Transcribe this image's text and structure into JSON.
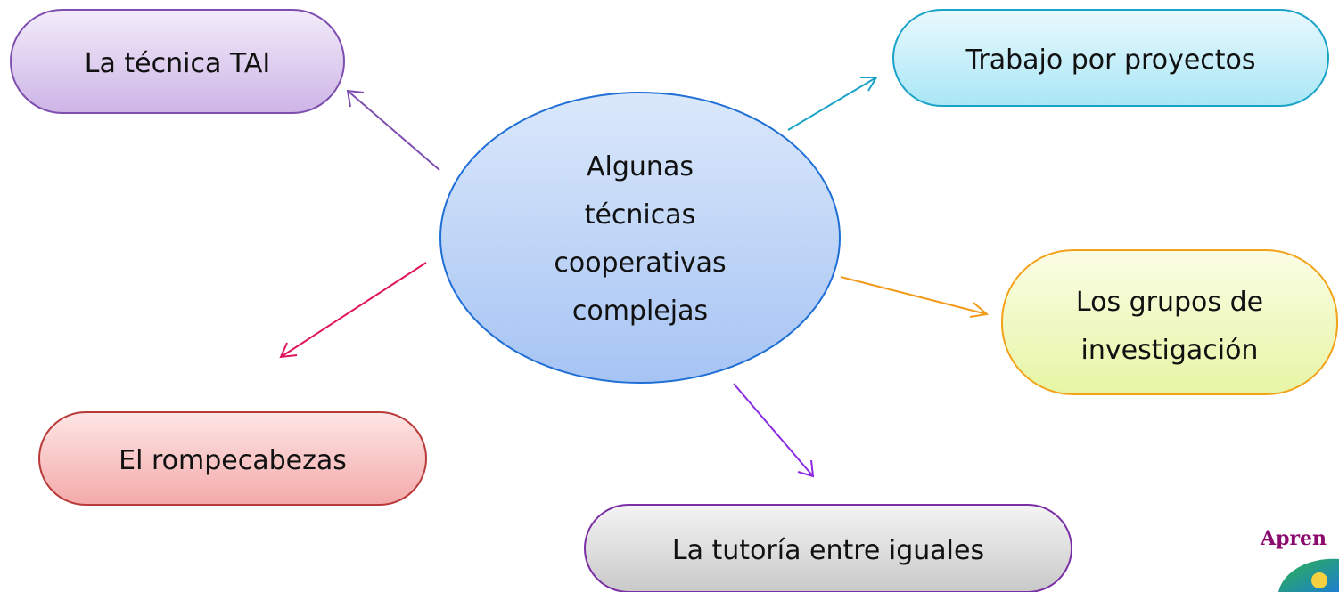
{
  "center": {
    "lines": [
      "Algunas",
      "técnicas",
      "cooperativas",
      "complejas"
    ]
  },
  "nodes": [
    {
      "id": "tai",
      "label": "La técnica TAI"
    },
    {
      "id": "proyectos",
      "label": "Trabajo por proyectos"
    },
    {
      "id": "grupos",
      "lines": [
        "Los grupos de",
        "investigación"
      ]
    },
    {
      "id": "rompecabezas",
      "label": "El rompecabezas"
    },
    {
      "id": "tutoria",
      "label": "La tutoría entre iguales"
    }
  ],
  "logo": {
    "text": "Apren"
  },
  "colors": {
    "center_fill_top": "#d8e6fb",
    "center_fill_bottom": "#a9c6f4",
    "center_stroke": "#1f6fd6",
    "tai": "#7e4fb0",
    "proyectos": "#1aa3c8",
    "grupos": "#f29b1a",
    "rompecabezas": "#e0145c",
    "tutoria": "#8a2be2"
  }
}
